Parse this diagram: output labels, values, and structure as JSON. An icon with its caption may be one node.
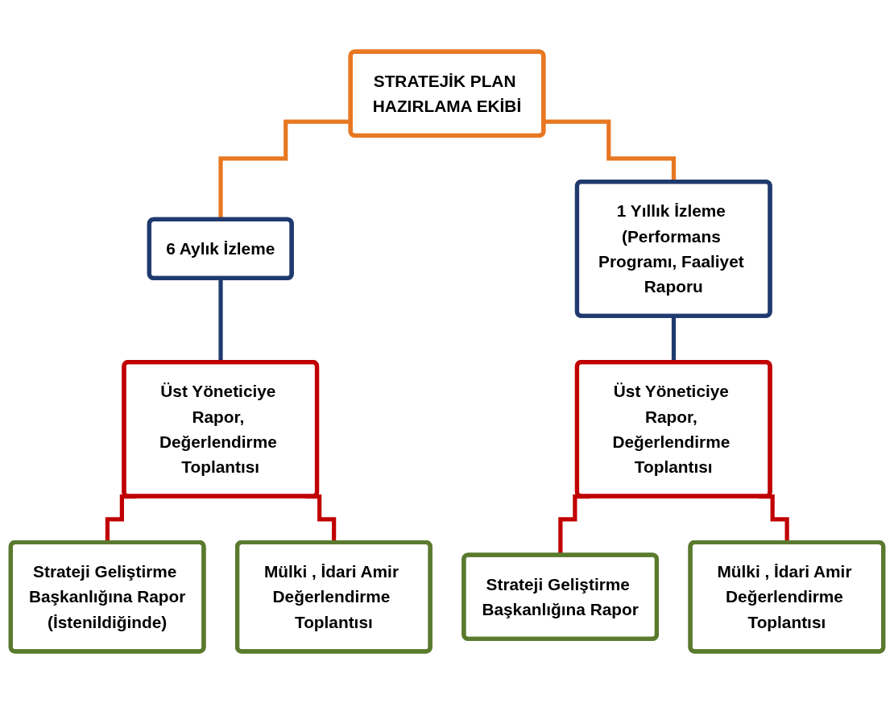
{
  "diagram": {
    "nodes": [
      {
        "text": [
          "STRATEJİK PLAN HAZIRLAMA EKİBİ"
        ]
      },
      {
        "text": [
          "6 Aylık İzleme"
        ]
      },
      {
        "text": [
          "1 Yıllık İzleme (Performans Programı, Faaliyet Raporu"
        ]
      },
      {
        "text": [
          "Üst Yöneticiye Rapor, Değerlendirme Toplantısı"
        ]
      },
      {
        "text": [
          "Üst Yöneticiye Rapor, Değerlendirme Toplantısı"
        ]
      },
      {
        "text": [
          "Strateji Geliştirme Başkanlığına Rapor",
          "(İstenildiğinde)"
        ]
      },
      {
        "text": [
          "Mülki , İdari Amir Değerlendirme Toplantısı"
        ]
      },
      {
        "text": [
          "Strateji Geliştirme Başkanlığına Rapor"
        ]
      },
      {
        "text": [
          "Mülki , İdari Amir Değerlendirme Toplantısı"
        ]
      }
    ],
    "edges": [
      {
        "from": 0,
        "to": 1,
        "arrow": "none",
        "color": "#e87722"
      },
      {
        "from": 0,
        "to": 2,
        "arrow": "none",
        "color": "#e87722"
      },
      {
        "from": 1,
        "to": 3,
        "arrow": "none",
        "color": "#1f3a6e"
      },
      {
        "from": 2,
        "to": 4,
        "arrow": "none",
        "color": "#1f3a6e"
      },
      {
        "from": 3,
        "to": 5,
        "arrow": "none"
      },
      {
        "from": 3,
        "to": 6,
        "arrow": "none"
      },
      {
        "from": 4,
        "to": 7,
        "arrow": "none"
      },
      {
        "from": 4,
        "to": 8,
        "arrow": "none"
      }
    ]
  }
}
